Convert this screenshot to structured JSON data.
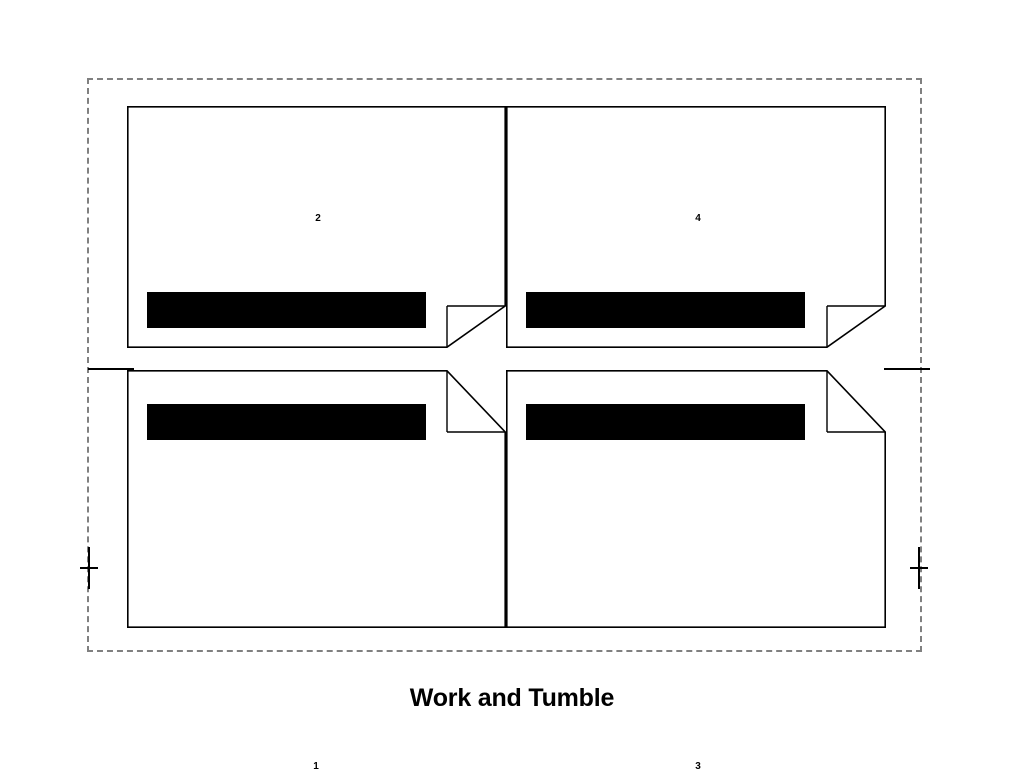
{
  "diagram": {
    "caption": "Work and Tumble",
    "type": "printing-imposition-layout",
    "sheet": {
      "label": "press-sheet-boundary",
      "border_style": "dashed",
      "border_color": "#808080"
    },
    "panels": [
      {
        "id": "panel-top-left",
        "page_number": "2",
        "row": "top",
        "column": "left",
        "content_bar_position": "bottom",
        "fold_corner": "bottom-right",
        "orientation": "head-to-outside"
      },
      {
        "id": "panel-top-right",
        "page_number": "4",
        "row": "top",
        "column": "right",
        "content_bar_position": "bottom",
        "fold_corner": "bottom-right",
        "orientation": "head-to-outside"
      },
      {
        "id": "panel-bottom-left",
        "page_number": "1",
        "row": "bottom",
        "column": "left",
        "content_bar_position": "top",
        "fold_corner": "top-right",
        "orientation": "head-to-inside"
      },
      {
        "id": "panel-bottom-right",
        "page_number": "3",
        "row": "bottom",
        "column": "right",
        "content_bar_position": "top",
        "fold_corner": "top-right",
        "orientation": "head-to-inside"
      }
    ],
    "marks": {
      "fold_mark_left": "fold-mark",
      "fold_mark_right": "fold-mark",
      "registration_left": "registration-cross",
      "registration_right": "registration-cross"
    },
    "colors": {
      "content_bar": "#000000",
      "outline": "#000000",
      "sheet_border": "#808080",
      "background": "#ffffff"
    }
  }
}
